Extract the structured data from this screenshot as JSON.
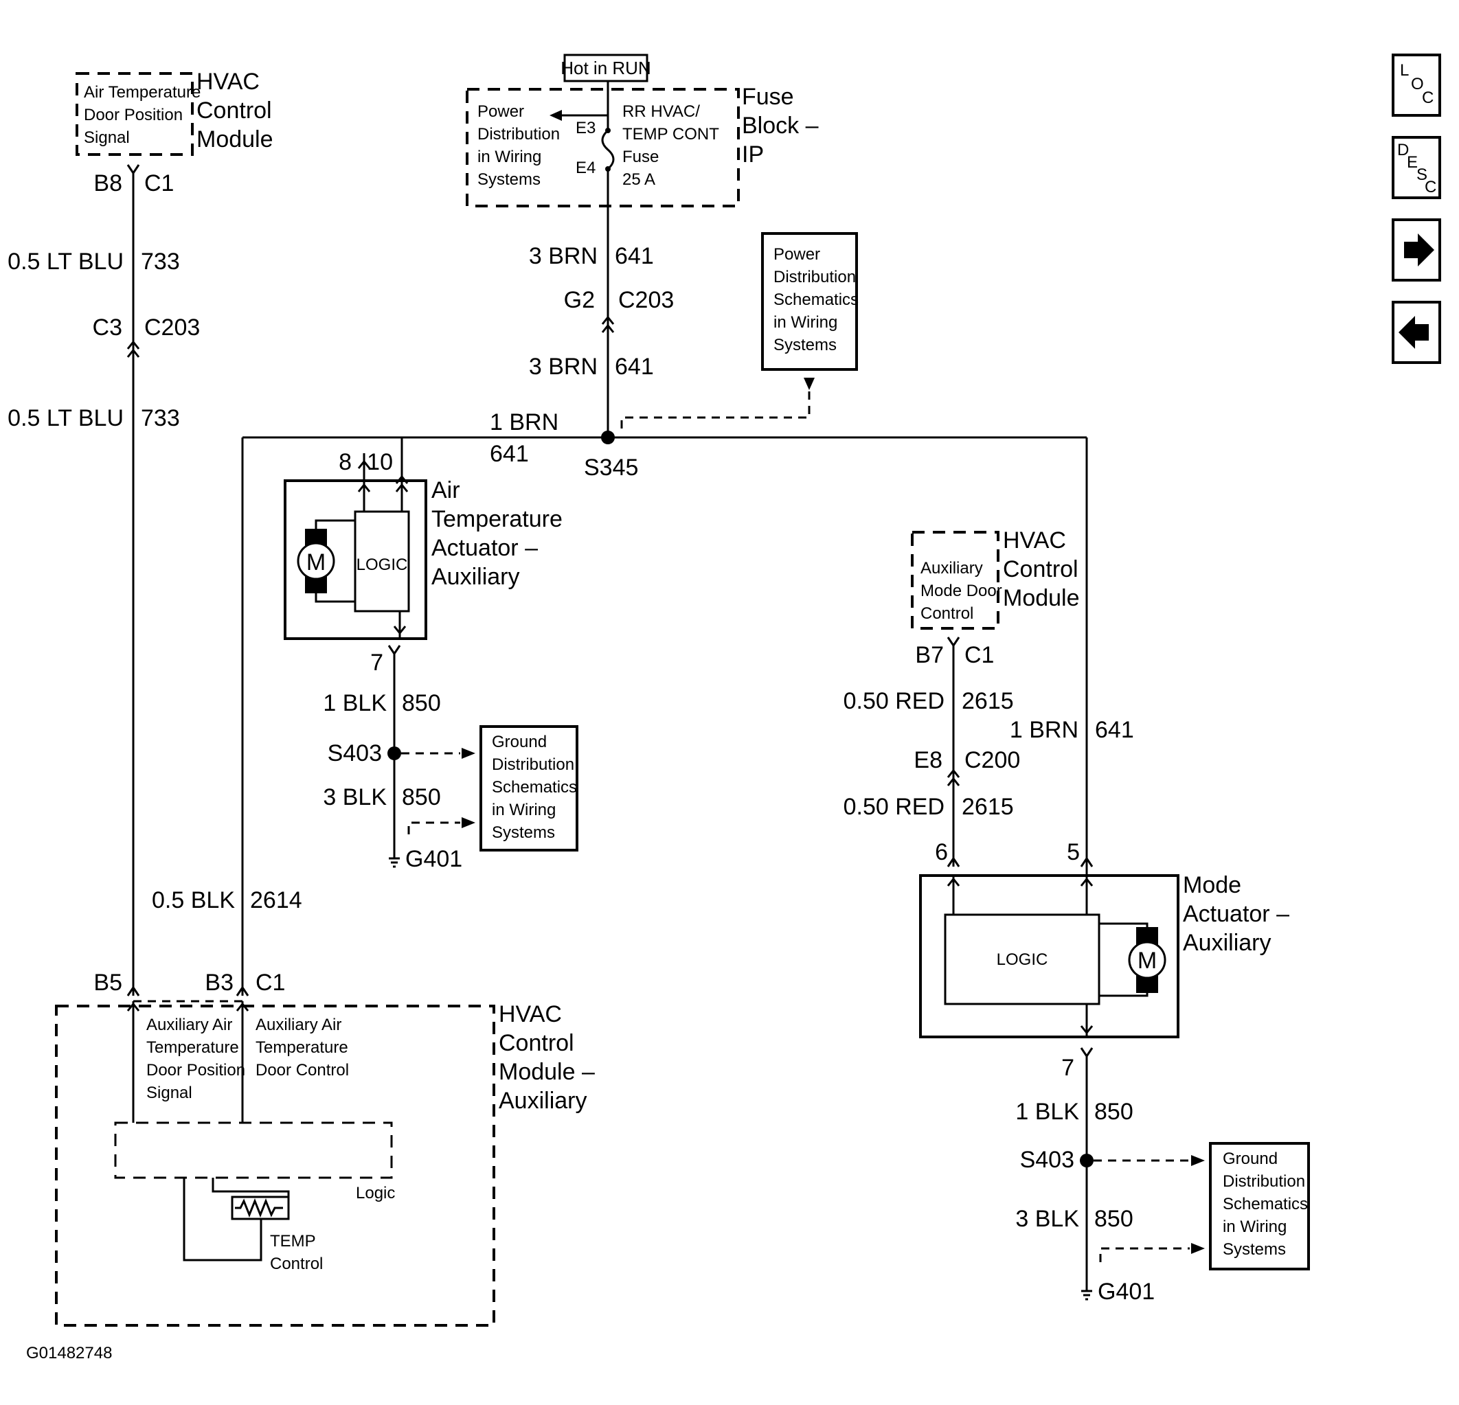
{
  "figure_id": "G01482748",
  "nav": {
    "loc": [
      "L",
      "O",
      "C"
    ],
    "desc": [
      "D",
      "E",
      "S",
      "C"
    ]
  },
  "fuse_block": {
    "hot_label": "Hot in RUN",
    "power_text": [
      "Power",
      "Distribution",
      "in Wiring",
      "Systems"
    ],
    "fuse_text": [
      "RR HVAC/",
      "TEMP CONT",
      "Fuse",
      "25 A"
    ],
    "e3": "E3",
    "e4": "E4",
    "name": [
      "Fuse",
      "Block –",
      "IP"
    ]
  },
  "power_ref": [
    "Power",
    "Distribution",
    "Schematics",
    "in Wiring",
    "Systems"
  ],
  "top_left_module": {
    "inner": [
      "Air Temperature",
      "Door Position",
      "Signal"
    ],
    "name": [
      "HVAC",
      "Control",
      "Module"
    ],
    "pin": "B8",
    "conn": "C1"
  },
  "left_wire": {
    "w1_gauge": "0.5 LT BLU",
    "w1_circuit": "733",
    "c_pin": "C3",
    "c_conn": "C203",
    "w2_gauge": "0.5 LT BLU",
    "w2_circuit": "733"
  },
  "center_wire": {
    "w1_gauge": "3 BRN",
    "w1_circuit": "641",
    "c_pin": "G2",
    "c_conn": "C203",
    "w2_gauge": "3 BRN",
    "w2_circuit": "641",
    "bus_gauge": "1 BRN",
    "bus_circuit": "641",
    "splice": "S345"
  },
  "air_actuator": {
    "pin_a": "8",
    "pin_b": "10",
    "pin_ground": "7",
    "motor": "M",
    "logic": "LOGIC",
    "name": [
      "Air",
      "Temperature",
      "Actuator –",
      "Auxiliary"
    ]
  },
  "ground_left": {
    "w1_gauge": "1 BLK",
    "w1_circuit": "850",
    "splice": "S403",
    "w2_gauge": "3 BLK",
    "w2_circuit": "850",
    "ground": "G401",
    "ref": [
      "Ground",
      "Distribution",
      "Schematics",
      "in Wiring",
      "Systems"
    ]
  },
  "aux_wire": {
    "gauge": "0.5 BLK",
    "circuit": "2614"
  },
  "aux_module": {
    "pin_b5": "B5",
    "pin_b3": "B3",
    "conn": "C1",
    "signal_text": [
      "Auxiliary Air",
      "Temperature",
      "Door Position",
      "Signal"
    ],
    "control_text": [
      "Auxiliary Air",
      "Temperature",
      "Door Control"
    ],
    "logic": "Logic",
    "temp": [
      "TEMP",
      "Control"
    ],
    "name": [
      "HVAC",
      "Control",
      "Module –",
      "Auxiliary"
    ]
  },
  "right_module": {
    "inner": [
      "Auxiliary",
      "Mode Door",
      "Control"
    ],
    "name": [
      "HVAC",
      "Control",
      "Module"
    ],
    "pin": "B7",
    "conn": "C1"
  },
  "right_wire": {
    "w1_gauge": "0.50 RED",
    "w1_circuit": "2615",
    "c_pin": "E8",
    "c_conn": "C200",
    "w2_gauge": "0.50 RED",
    "w2_circuit": "2615",
    "brn_gauge": "1 BRN",
    "brn_circuit": "641"
  },
  "mode_actuator": {
    "pin_a": "6",
    "pin_b": "5",
    "pin_ground": "7",
    "logic": "LOGIC",
    "motor": "M",
    "name": [
      "Mode",
      "Actuator –",
      "Auxiliary"
    ]
  },
  "ground_right": {
    "w1_gauge": "1 BLK",
    "w1_circuit": "850",
    "splice": "S403",
    "w2_gauge": "3 BLK",
    "w2_circuit": "850",
    "ground": "G401",
    "ref": [
      "Ground",
      "Distribution",
      "Schematics",
      "in Wiring",
      "Systems"
    ]
  }
}
